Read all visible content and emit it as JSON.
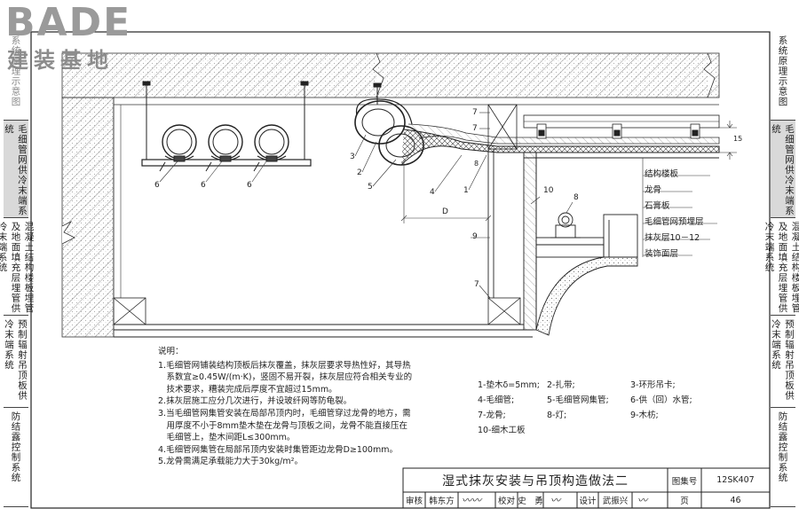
{
  "logo": {
    "brand": "BADE",
    "subtitle": "建装基地"
  },
  "side_tabs_right": [
    {
      "label": "系统原理示意图",
      "active": false
    },
    {
      "label": "毛细管网供冷末端系统",
      "active": true
    },
    {
      "label": "混凝土结构楼板埋管及地面填充层埋管供冷末端系统",
      "active": false
    },
    {
      "label": "预制辐射吊顶板供冷末端系统",
      "active": false
    },
    {
      "label": "防结露控制系统",
      "active": false
    }
  ],
  "side_tabs_left": [
    {
      "label": "系统原理示意图",
      "active": false
    },
    {
      "label": "毛细管网供冷末端系统",
      "active": true
    },
    {
      "label": "混凝土结构楼板埋管及地面填充层埋管供冷末端系统",
      "active": false
    },
    {
      "label": "预制辐射吊顶板供冷末端系统",
      "active": false
    },
    {
      "label": "防结露控制系统",
      "active": false
    }
  ],
  "drawing": {
    "numbers": {
      "n6a": "6",
      "n6b": "6",
      "n6c": "6",
      "n3": "3",
      "n2": "2",
      "n5": "5",
      "n4": "4",
      "n1": "1",
      "n7a": "7",
      "n7b": "7",
      "n7c": "7",
      "n10": "10",
      "n8": "8",
      "n9": "9",
      "dim_D": "D",
      "dim_8": "8",
      "dim_15": "15"
    },
    "layers": [
      "结构楼板",
      "龙骨",
      "石膏板",
      "毛细管网预埋层",
      "抹灰层10－12",
      "装饰面层"
    ]
  },
  "notes": {
    "title": "说明：",
    "items": [
      "1.毛细管网铺装结构顶板后抹灰覆盖，抹灰层要求导热性好，其导热系数宜≥0.45W/(m·K)，竖固不易开裂，抹灰层应符合相关专业的技术要求，糟装完成后厚度不宜超过15mm。",
      "2.抹灰层施工应分几次进行，并设玻纤网等防龟裂。",
      "3.当毛细管网集管安装在局部吊顶内时，毛细管穿过龙骨的地方，需用厚度不小于8mm垫木垫在龙骨与顶板之间，龙骨不能直接压在毛细管上，垫木间距L≤300mm。",
      "4.毛细管网集管在局部吊顶内安装时集管距边龙骨D≥100mm。",
      "5.龙骨需满足承载能力大于30kg/m²。"
    ]
  },
  "legend": [
    [
      "1-垫木δ=5mm;",
      "2-扎带;",
      "3-环形吊卡;"
    ],
    [
      "4-毛细管;",
      "5-毛细管网集管;",
      "6-供（回）水管;"
    ],
    [
      "7-龙骨;",
      "8-灯;",
      "9-木枋;"
    ],
    [
      "10-细木工板",
      "",
      ""
    ]
  ],
  "title_block": {
    "title": "湿式抹灰安装与吊顶构造做法二",
    "atlas_label": "图集号",
    "atlas_no": "12SK407",
    "review_label": "审核",
    "reviewer": "韩东方",
    "check_label": "校对",
    "checker": "史　勇",
    "design_label": "设计",
    "designer": "武振兴",
    "page_label": "页",
    "page_no": "46"
  },
  "colors": {
    "line": "#2a2a2a",
    "hatch": "#555555",
    "tab_active": "#d9d9d9",
    "logo": "#9a9a9a"
  }
}
